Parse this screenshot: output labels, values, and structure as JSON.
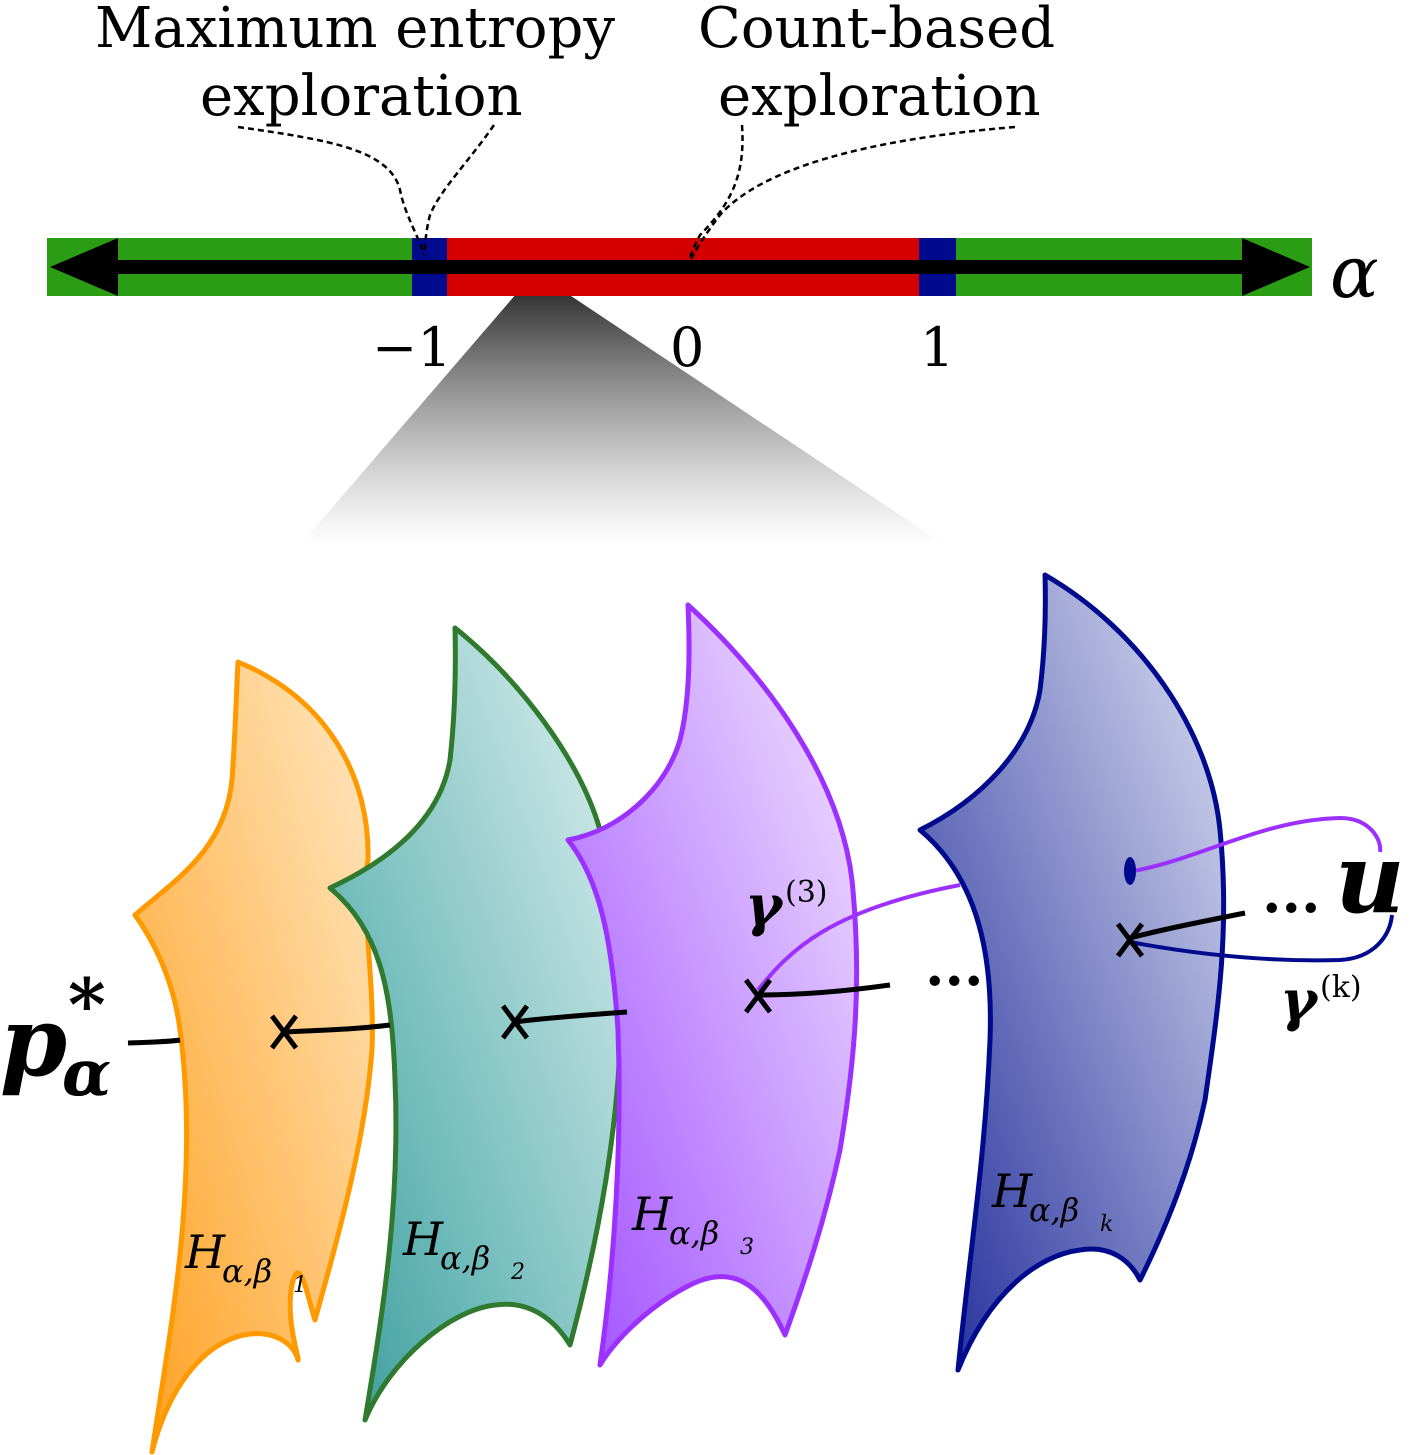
{
  "axis": {
    "symbol": "α",
    "ticks": [
      {
        "label": "−1",
        "value": -1
      },
      {
        "label": "0",
        "value": 0
      },
      {
        "label": "1",
        "value": 1
      }
    ],
    "colors": {
      "outer": "#2a9d15",
      "boundary": "#000a8c",
      "inner": "#d40000",
      "arrow": "#000000"
    }
  },
  "annotations": {
    "max_entropy": {
      "line1": "Maximum entropy",
      "line2": "exploration"
    },
    "count_based": {
      "line1": "Count-based",
      "line2": "exploration"
    }
  },
  "manifolds": [
    {
      "label_main": "H",
      "label_sub": "α,β",
      "label_index": "1",
      "fill": "#ffb84d",
      "stroke": "#ff9900"
    },
    {
      "label_main": "H",
      "label_sub": "α,β",
      "label_index": "2",
      "fill": "#5fb3b3",
      "stroke": "#2f7a2f"
    },
    {
      "label_main": "H",
      "label_sub": "α,β",
      "label_index": "3",
      "fill": "#c38bff",
      "stroke": "#9b30ff"
    },
    {
      "label_main": "H",
      "label_sub": "α,β",
      "label_index": "k",
      "fill": "#5060b8",
      "stroke": "#000a8c"
    }
  ],
  "points": {
    "p_star": {
      "main": "p",
      "sup": "*",
      "sub": "α"
    },
    "u": {
      "main": "u"
    },
    "gamma3": {
      "main": "γ",
      "sup": "(3)"
    },
    "gammak": {
      "main": "γ",
      "sup": "(k)"
    },
    "dots1": "...",
    "dots2": "..."
  }
}
